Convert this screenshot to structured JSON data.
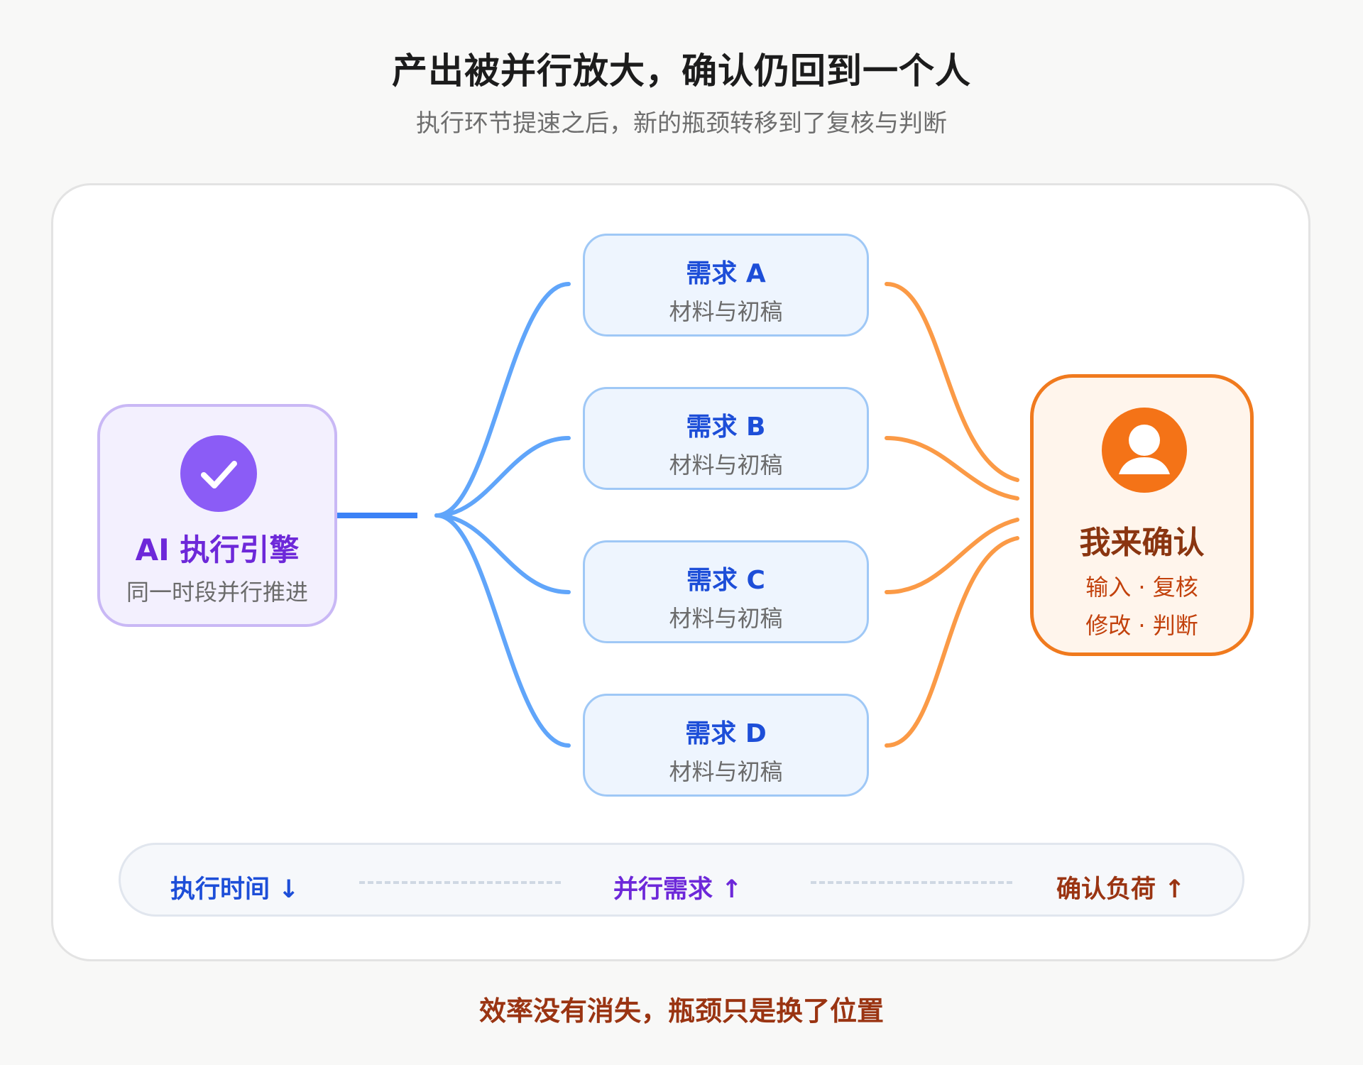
{
  "header": {
    "title": "产出被并行放大，确认仍回到一个人",
    "subtitle": "执行环节提速之后，新的瓶颈转移到了复核与判断"
  },
  "engine": {
    "icon": "check-icon",
    "title": "AI 执行引擎",
    "subtitle": "同一时段并行推进"
  },
  "requirements": [
    {
      "label": "需求 A",
      "sub": "材料与初稿"
    },
    {
      "label": "需求 B",
      "sub": "材料与初稿"
    },
    {
      "label": "需求 C",
      "sub": "材料与初稿"
    },
    {
      "label": "需求 D",
      "sub": "材料与初稿"
    }
  ],
  "confirm": {
    "icon": "user-icon",
    "title": "我来确认",
    "line1": "输入 · 复核",
    "line2": "修改 · 判断"
  },
  "metrics": [
    {
      "label": "执行时间 ↓",
      "color": "#1d4ed8"
    },
    {
      "label": "并行需求 ↑",
      "color": "#6d28d9"
    },
    {
      "label": "确认负荷 ↑",
      "color": "#9a3412"
    }
  ],
  "footer": "效率没有消失，瓶颈只是换了位置",
  "colors": {
    "engine_accent": "#8b5cf6",
    "request_blue": "#60a5fa",
    "confirm_orange": "#f97316",
    "link_blue": "#60a5fa",
    "link_orange": "#fb9a46"
  }
}
